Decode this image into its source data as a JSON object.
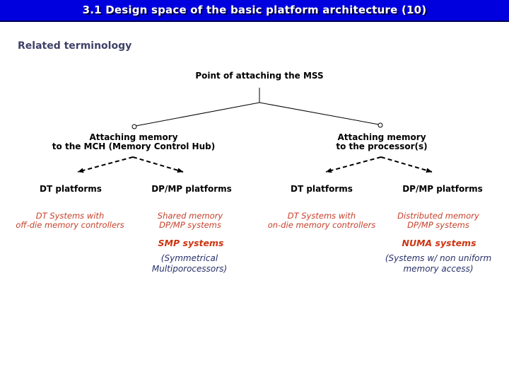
{
  "slide": {
    "title": "3.1 Design space of the basic platform architecture (10)",
    "heading": "Related terminology"
  },
  "diagram": {
    "root": "Point of attaching the MSS",
    "left_branch": {
      "line1": "Attaching memory",
      "line2": "to the MCH (Memory Control Hub)"
    },
    "right_branch": {
      "line1": "Attaching memory",
      "line2": "to the processor(s)"
    },
    "platforms": [
      "DT platforms",
      "DP/MP platforms",
      "DT platforms",
      "DP/MP platforms"
    ],
    "descriptions": [
      {
        "line1": "DT Systems with",
        "line2": "off-die memory controllers"
      },
      {
        "line1": "Shared memory",
        "line2": "DP/MP systems"
      },
      {
        "line1": "DT Systems with",
        "line2": "on-die memory controllers"
      },
      {
        "line1": "Distributed memory",
        "line2": "DP/MP systems"
      }
    ],
    "smp": {
      "name": "SMP systems",
      "expansion_line1": "(Symmetrical",
      "expansion_line2": "Multiporocessors)"
    },
    "numa": {
      "name": "NUMA systems",
      "expansion_line1": "(Systems w/ non uniform",
      "expansion_line2": "memory access)"
    }
  },
  "colors": {
    "title_bar_bg": "#0000df",
    "title_text": "#ffffff",
    "heading_text": "#3e4168",
    "accent_red": "#c6402a",
    "system_red": "#cc3512",
    "expansion_navy": "#283069",
    "line_black": "#000000"
  }
}
